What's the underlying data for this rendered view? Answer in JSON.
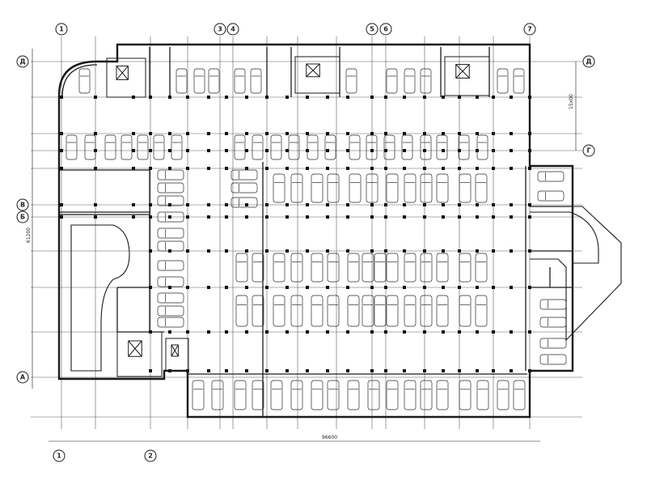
{
  "drawing": {
    "colors": {
      "line": "#1a1a1a",
      "grid": "#5a5a5a",
      "background": "#ffffff"
    },
    "axes_top": [
      "1",
      "3",
      "4",
      "5",
      "6",
      "7"
    ],
    "axes_bottom": [
      "1",
      "2"
    ],
    "axes_left": [
      "Д",
      "В",
      "Б",
      "А"
    ],
    "axes_right": [
      "Д",
      "Г"
    ],
    "dimensions": {
      "overall_width": "96600",
      "overall_height": "61200",
      "right_span": "15x00"
    }
  }
}
